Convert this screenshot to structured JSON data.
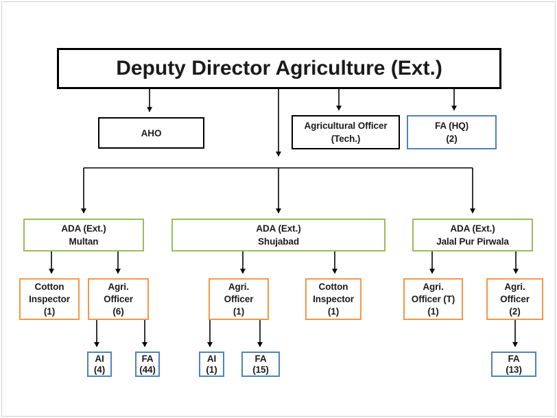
{
  "diagram_title": "Deputy Director Agriculture (Ext.) organogram",
  "colors": {
    "black_border": "#000000",
    "green_border": "#9BBB59",
    "orange_border": "#F79646",
    "blue_border": "#4F81BD",
    "connector": "#000000",
    "background": "#ffffff"
  },
  "nodes": {
    "root": {
      "lines": [
        "Deputy Director Agriculture (Ext.)"
      ]
    },
    "aho": {
      "lines": [
        "AHO"
      ]
    },
    "ao_tech": {
      "lines": [
        "Agricultural Officer",
        "(Tech.)"
      ]
    },
    "fa_hq": {
      "lines": [
        "FA (HQ)",
        "(2)"
      ]
    },
    "ada_multan": {
      "lines": [
        "ADA (Ext.)",
        "Multan"
      ]
    },
    "ada_shujabad": {
      "lines": [
        "ADA (Ext.)",
        "Shujabad"
      ]
    },
    "ada_jpp": {
      "lines": [
        "ADA (Ext.)",
        "Jalal Pur Pirwala"
      ]
    },
    "cotton_multan": {
      "lines": [
        "Cotton",
        "Inspector",
        "(1)"
      ]
    },
    "agri_multan": {
      "lines": [
        "Agri.",
        "Officer",
        "(6)"
      ]
    },
    "agri_shujabad": {
      "lines": [
        "Agri.",
        "Officer",
        "(1)"
      ]
    },
    "cotton_shujabad": {
      "lines": [
        "Cotton",
        "Inspector",
        "(1)"
      ]
    },
    "agri_t_jpp": {
      "lines": [
        "Agri.",
        "Officer (T)",
        "(1)"
      ]
    },
    "agri_jpp": {
      "lines": [
        "Agri.",
        "Officer",
        "(2)"
      ]
    },
    "ai_multan": {
      "lines": [
        "AI",
        "(4)"
      ]
    },
    "fa_multan": {
      "lines": [
        "FA",
        "(44)"
      ]
    },
    "ai_shujabad": {
      "lines": [
        "AI",
        "(1)"
      ]
    },
    "fa_shujabad": {
      "lines": [
        "FA",
        "(15)"
      ]
    },
    "fa_jpp": {
      "lines": [
        "FA",
        "(13)"
      ]
    }
  },
  "edges": [
    {
      "from": "root",
      "to": "aho"
    },
    {
      "from": "root",
      "to": "ao_tech"
    },
    {
      "from": "root",
      "to": "fa_hq"
    },
    {
      "from": "root",
      "to": "ada_multan"
    },
    {
      "from": "root",
      "to": "ada_shujabad"
    },
    {
      "from": "root",
      "to": "ada_jpp"
    },
    {
      "from": "ada_multan",
      "to": "cotton_multan"
    },
    {
      "from": "ada_multan",
      "to": "agri_multan"
    },
    {
      "from": "ada_shujabad",
      "to": "agri_shujabad"
    },
    {
      "from": "ada_shujabad",
      "to": "cotton_shujabad"
    },
    {
      "from": "ada_jpp",
      "to": "agri_t_jpp"
    },
    {
      "from": "ada_jpp",
      "to": "agri_jpp"
    },
    {
      "from": "agri_multan",
      "to": "ai_multan"
    },
    {
      "from": "agri_multan",
      "to": "fa_multan"
    },
    {
      "from": "agri_shujabad",
      "to": "ai_shujabad"
    },
    {
      "from": "agri_shujabad",
      "to": "fa_shujabad"
    },
    {
      "from": "agri_jpp",
      "to": "fa_jpp"
    }
  ]
}
